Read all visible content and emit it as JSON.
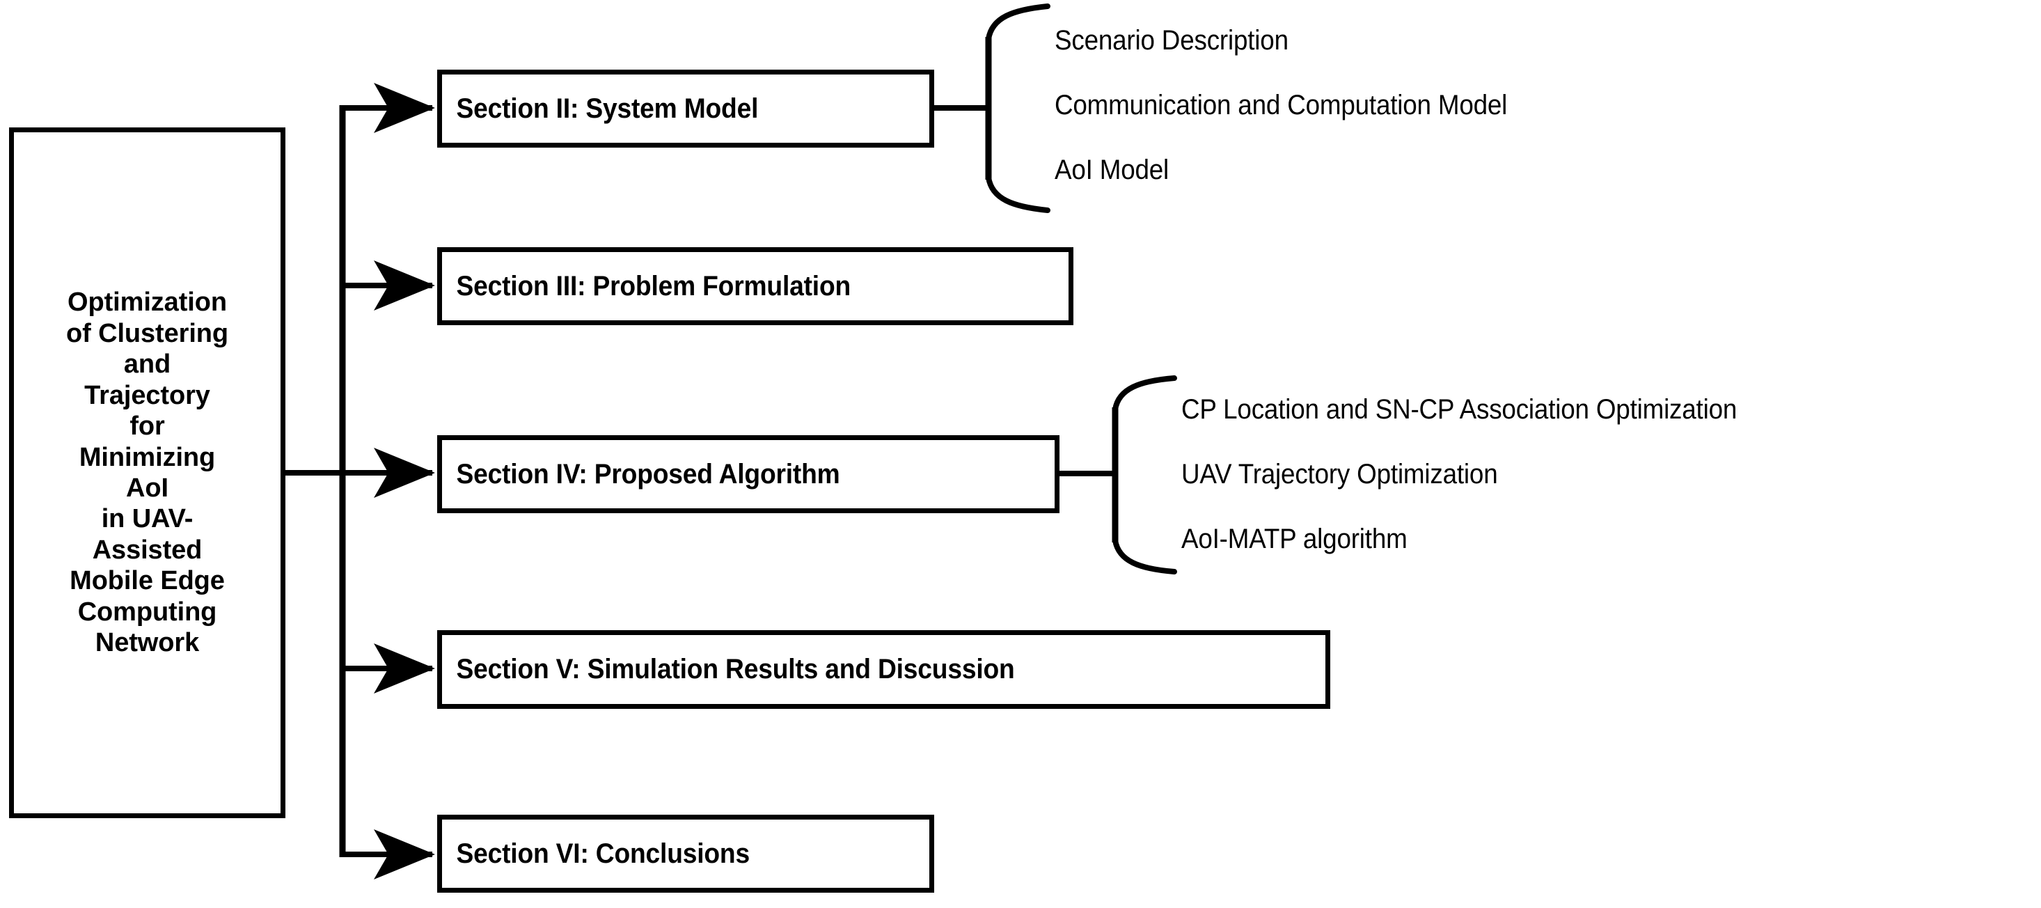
{
  "diagram": {
    "type": "flowchart",
    "title": "Paper organization flowchart",
    "root": {
      "label": "Optimization\nof Clustering\nand\nTrajectory\nfor\nMinimizing\nAoI\nin UAV-\nAssisted\nMobile Edge\nComputing\nNetwork"
    },
    "sections": [
      {
        "id": "section-2",
        "label": "Section II: System Model",
        "subitems": [
          "Scenario Description",
          "Communication and Computation Model",
          "AoI Model"
        ]
      },
      {
        "id": "section-3",
        "label": "Section III: Problem Formulation",
        "subitems": []
      },
      {
        "id": "section-4",
        "label": "Section IV: Proposed Algorithm",
        "subitems": [
          "CP Location and SN-CP Association Optimization",
          "UAV Trajectory Optimization",
          "AoI-MATP algorithm"
        ]
      },
      {
        "id": "section-5",
        "label": "Section V: Simulation Results and Discussion",
        "subitems": []
      },
      {
        "id": "section-6",
        "label": "Section VI: Conclusions",
        "subitems": []
      }
    ],
    "colors": {
      "stroke": "#000000",
      "background": "#ffffff",
      "text": "#000000"
    }
  }
}
